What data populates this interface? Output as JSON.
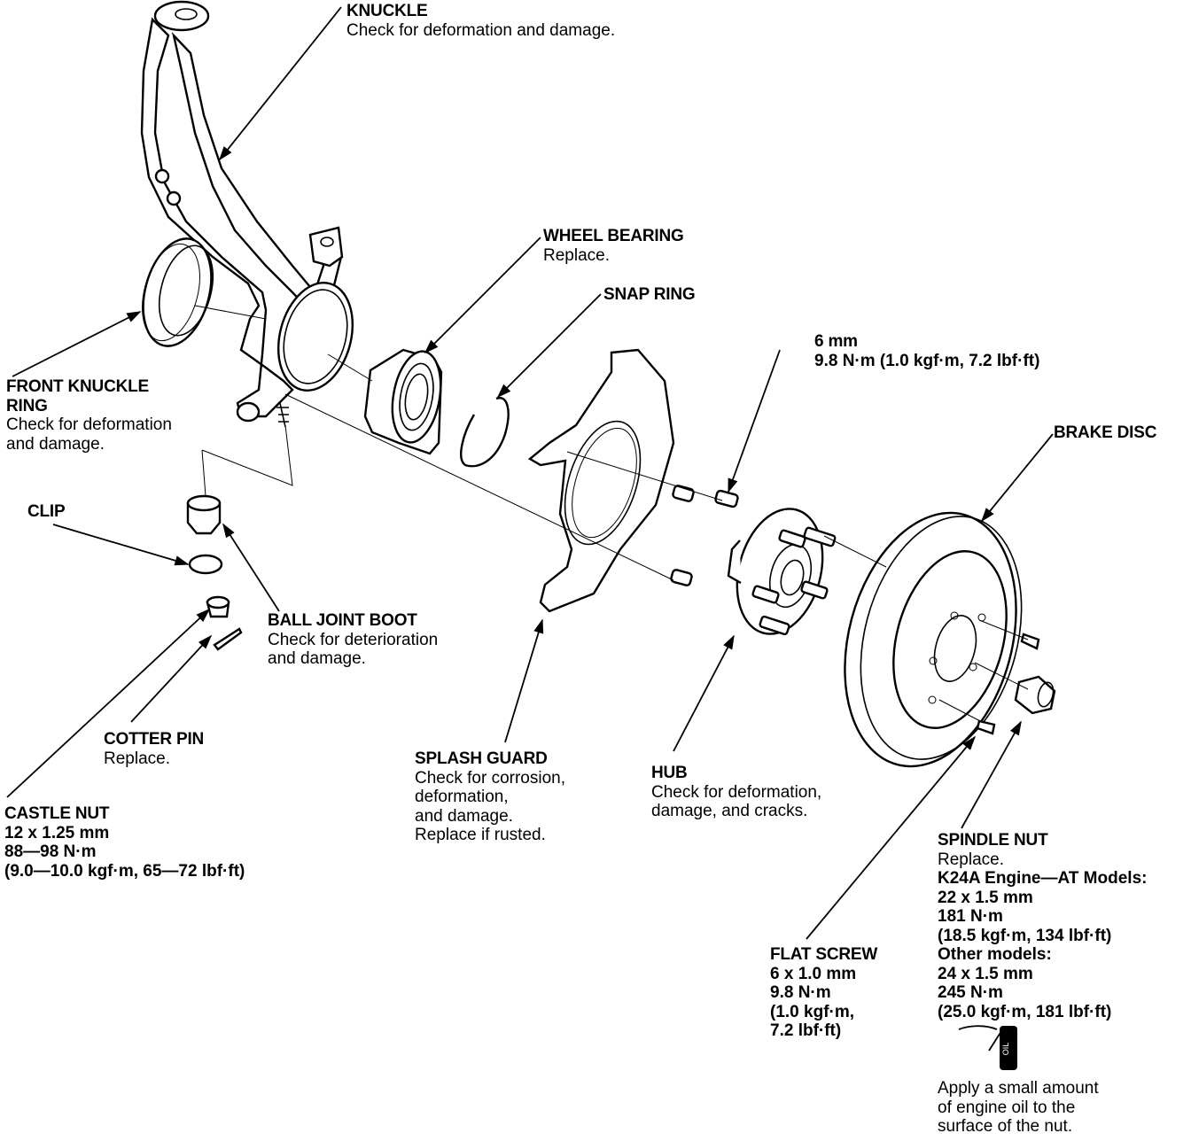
{
  "diagram": {
    "type": "exploded-view",
    "subject": "front knuckle and hub assembly",
    "colors": {
      "ink": "#000000",
      "background": "#ffffff"
    }
  },
  "labels": {
    "knuckle": {
      "title": "KNUCKLE",
      "lines": [
        "Check for deformation and damage."
      ]
    },
    "wheel_bearing": {
      "title": "WHEEL BEARING",
      "lines": [
        "Replace."
      ]
    },
    "snap_ring": {
      "title": "SNAP RING",
      "lines": []
    },
    "bolt_6mm": {
      "title": "6 mm",
      "bold_lines": [
        "9.8 N·m (1.0 kgf·m, 7.2 lbf·ft)"
      ]
    },
    "front_knuckle_ring": {
      "title_lines": [
        "FRONT KNUCKLE",
        "RING"
      ],
      "lines": [
        "Check for deformation",
        "and damage."
      ]
    },
    "brake_disc": {
      "title": "BRAKE DISC",
      "lines": []
    },
    "clip": {
      "title": "CLIP",
      "lines": []
    },
    "ball_joint_boot": {
      "title": "BALL JOINT BOOT",
      "lines": [
        "Check for deterioration",
        "and damage."
      ]
    },
    "cotter_pin": {
      "title": "COTTER PIN",
      "lines": [
        "Replace."
      ]
    },
    "castle_nut": {
      "title": "CASTLE NUT",
      "bold_lines": [
        "12 x 1.25 mm",
        "88—98 N·m",
        "(9.0—10.0 kgf·m, 65—72 lbf·ft)"
      ]
    },
    "splash_guard": {
      "title": "SPLASH GUARD",
      "lines": [
        "Check for corrosion,",
        "deformation,",
        "and damage.",
        "Replace if rusted."
      ]
    },
    "hub": {
      "title": "HUB",
      "lines": [
        "Check for deformation,",
        "damage, and cracks."
      ]
    },
    "spindle_nut": {
      "title": "SPINDLE NUT",
      "lines": [
        "Replace."
      ],
      "bold_lines": [
        "K24A Engine—AT Models:",
        "22 x 1.5 mm",
        "181 N·m",
        "(18.5 kgf·m, 134 lbf·ft)",
        "Other models:",
        "24 x 1.5 mm",
        "245 N·m",
        "(25.0 kgf·m, 181 lbf·ft)"
      ]
    },
    "flat_screw": {
      "title": "FLAT SCREW",
      "bold_lines": [
        "6 x 1.0 mm",
        "9.8 N·m",
        "(1.0 kgf·m,",
        "7.2 lbf·ft)"
      ]
    },
    "oil_note": {
      "icon_text": "OIL",
      "lines": [
        "Apply a small amount",
        "of engine oil to the",
        "surface of the nut."
      ]
    }
  }
}
